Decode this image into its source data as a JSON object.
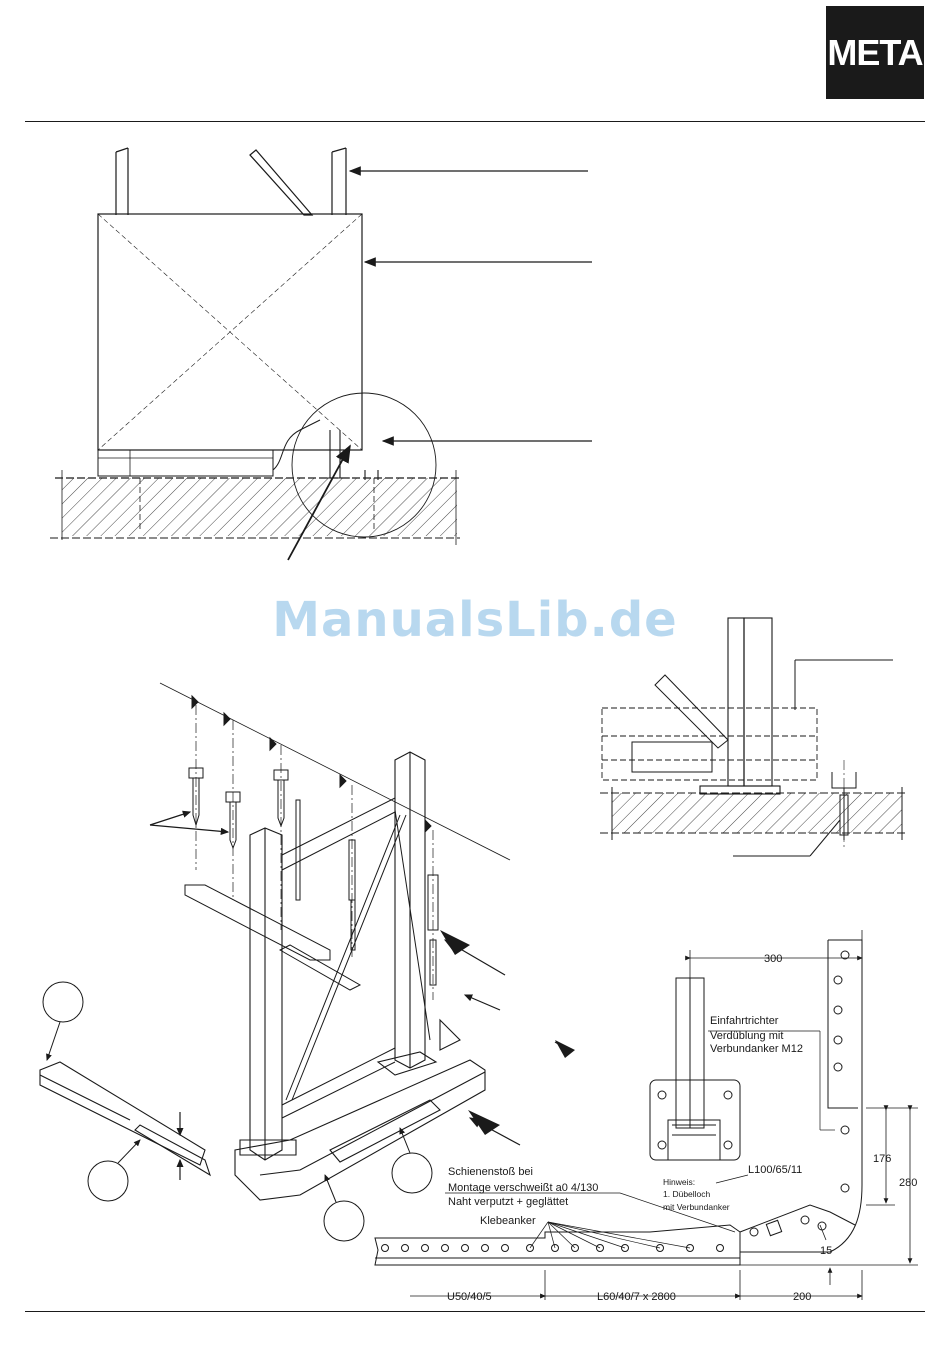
{
  "header": {
    "logo_text": "META"
  },
  "watermark": {
    "text": "ManualsLib.de"
  },
  "detail": {
    "funnel_label": "Einfahrtrichter",
    "anchor_label_line1": "Verdüblung mit",
    "anchor_label_line2": "Verbundanker M12",
    "joint_line1": "Schienenstoß bei",
    "joint_line2": "Montage verschweißt a0 4/130",
    "joint_line3": "Naht verputzt + geglättet",
    "glue_label": "Klebeanker",
    "note_title": "Hinweis:",
    "note_line1": "1. Dübelloch",
    "note_line2": "mit Verbundanker",
    "angle_label": "L100/65/11",
    "dim_300": "300",
    "dim_176": "176",
    "dim_280": "280",
    "dim_15": "15",
    "dim_200": "200",
    "profile_u": "U50/40/5",
    "profile_l": "L60/40/7 x 2800"
  },
  "colors": {
    "ink": "#1a1a1a",
    "watermark": "#b8d8ef",
    "logo_bg": "#1a1a1a"
  }
}
